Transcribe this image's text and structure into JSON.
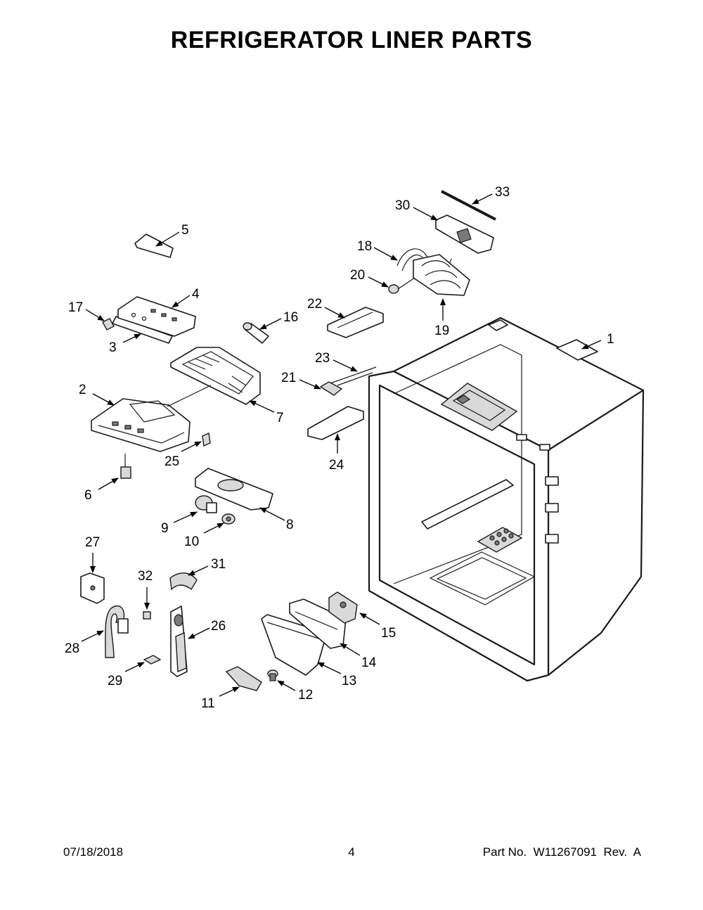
{
  "title": "REFRIGERATOR LINER PARTS",
  "footer": {
    "date": "07/18/2018",
    "page": "4",
    "part_number": "Part No.  W11267091  Rev.  A"
  },
  "callouts": [
    {
      "id": "1",
      "label": "1"
    },
    {
      "id": "2",
      "label": "2"
    },
    {
      "id": "3",
      "label": "3"
    },
    {
      "id": "4",
      "label": "4"
    },
    {
      "id": "5",
      "label": "5"
    },
    {
      "id": "6",
      "label": "6"
    },
    {
      "id": "7",
      "label": "7"
    },
    {
      "id": "8",
      "label": "8"
    },
    {
      "id": "9",
      "label": "9"
    },
    {
      "id": "10",
      "label": "10"
    },
    {
      "id": "11",
      "label": "11"
    },
    {
      "id": "12",
      "label": "12"
    },
    {
      "id": "13",
      "label": "13"
    },
    {
      "id": "14",
      "label": "14"
    },
    {
      "id": "15",
      "label": "15"
    },
    {
      "id": "16",
      "label": "16"
    },
    {
      "id": "17",
      "label": "17"
    },
    {
      "id": "18",
      "label": "18"
    },
    {
      "id": "19",
      "label": "19"
    },
    {
      "id": "20",
      "label": "20"
    },
    {
      "id": "21",
      "label": "21"
    },
    {
      "id": "22",
      "label": "22"
    },
    {
      "id": "23",
      "label": "23"
    },
    {
      "id": "24",
      "label": "24"
    },
    {
      "id": "25",
      "label": "25"
    },
    {
      "id": "26",
      "label": "26"
    },
    {
      "id": "27",
      "label": "27"
    },
    {
      "id": "28",
      "label": "28"
    },
    {
      "id": "29",
      "label": "29"
    },
    {
      "id": "30",
      "label": "30"
    },
    {
      "id": "31",
      "label": "31"
    },
    {
      "id": "32",
      "label": "32"
    },
    {
      "id": "33",
      "label": "33"
    }
  ]
}
